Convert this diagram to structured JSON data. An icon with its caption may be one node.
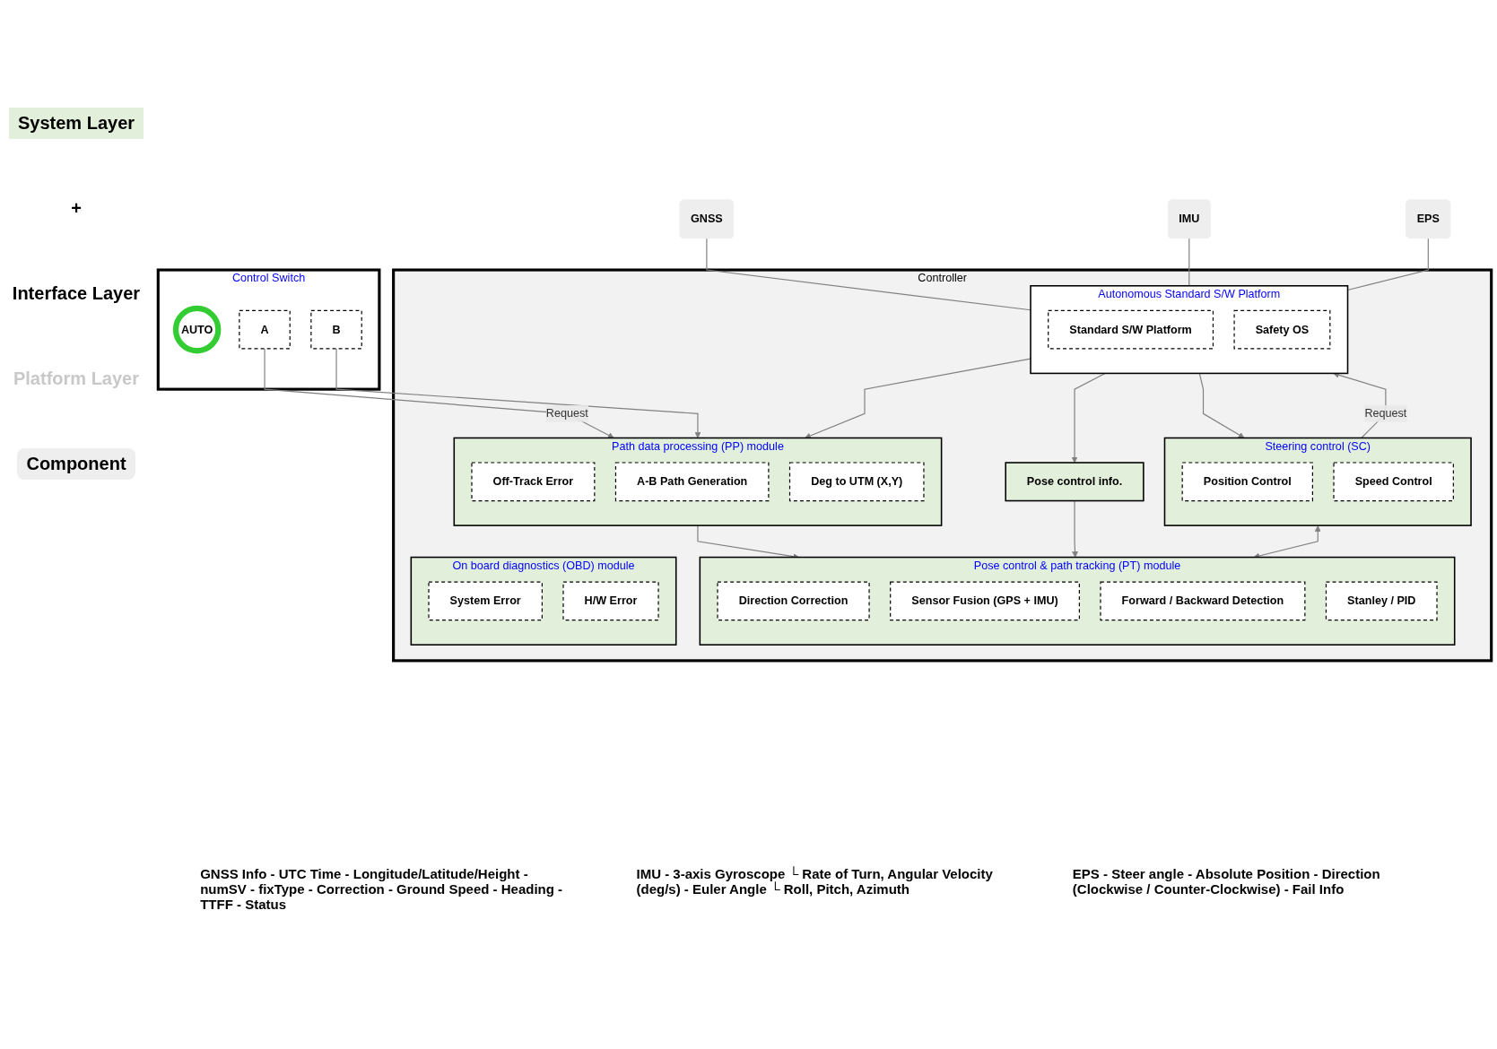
{
  "diagram": {
    "nodes": [
      {
        "text": [
          "Control Switch"
        ]
      },
      {
        "text": [
          "AUTO"
        ],
        "in": 0
      },
      {
        "text": [
          "A"
        ],
        "in": 0
      },
      {
        "text": [
          "B"
        ],
        "in": 0
      },
      {
        "text": [
          "Controller"
        ]
      },
      {
        "text": [
          "Path data processing (PP) module"
        ],
        "in": 4
      },
      {
        "text": [
          "Off-Track Error"
        ],
        "in": 5
      },
      {
        "text": [
          "A-B Path Generation"
        ],
        "in": 5
      },
      {
        "text": [
          "Deg to UTM (X,Y)"
        ],
        "in": 5
      },
      {
        "text": [
          "Pose control info."
        ],
        "in": 4
      },
      {
        "text": [
          "Pose control & path tracking (PT) module"
        ],
        "in": 4
      },
      {
        "text": [
          "Direction Correction"
        ],
        "in": 10
      },
      {
        "text": [
          "Sensor Fusion (GPS + IMU)"
        ],
        "in": 10
      },
      {
        "text": [
          "Forward / Backward Detection"
        ],
        "in": 10
      },
      {
        "text": [
          "Stanley / PID"
        ],
        "in": 10
      },
      {
        "text": [
          "On board diagnostics (OBD) module"
        ],
        "in": 4
      },
      {
        "text": [
          "System Error"
        ],
        "in": 15
      },
      {
        "text": [
          "H/W Error"
        ],
        "in": 15
      },
      {
        "text": [
          "Steering control (SC)"
        ],
        "in": 4
      },
      {
        "text": [
          "Position Control"
        ],
        "in": 18
      },
      {
        "text": [
          "Speed Control"
        ],
        "in": 18
      },
      {
        "text": [
          "Autonomous Standard S/W Platform"
        ],
        "in": 4
      },
      {
        "text": [
          "Standard S/W Platform"
        ],
        "in": 21
      },
      {
        "text": [
          "Safety OS"
        ],
        "in": 21
      },
      {
        "text": [
          "GNSS"
        ]
      },
      {
        "text": [
          "IMU"
        ]
      },
      {
        "text": [
          "EPS"
        ]
      }
    ],
    "edges": [
      {
        "from": 2,
        "to": 5,
        "arrow": "to",
        "label": "Request"
      },
      {
        "from": 3,
        "to": 5,
        "arrow": "to"
      },
      {
        "from": 5,
        "to": 10,
        "arrow": "to"
      },
      {
        "from": 9,
        "to": 10,
        "arrow": "to"
      },
      {
        "from": 18,
        "to": 10,
        "arrow": "both"
      },
      {
        "from": 18,
        "to": 21,
        "arrow": "to",
        "label": "Request"
      },
      {
        "from": 21,
        "to": 5,
        "arrow": "to"
      },
      {
        "from": 21,
        "to": 9,
        "arrow": "to"
      },
      {
        "from": 21,
        "to": 18,
        "arrow": "to"
      },
      {
        "from": 24,
        "to": 21,
        "arrow": "none"
      },
      {
        "from": 25,
        "to": 21,
        "arrow": "none"
      },
      {
        "from": 26,
        "to": 21,
        "arrow": "none"
      }
    ],
    "labels": [
      "System Layer",
      "+",
      "Interface Layer",
      "Platform Layer",
      "Component",
      "GNSS Info - UTC Time - Longitude/Latitude/Height - numSV - fixType - Correction - Ground Speed - Heading - TTFF - Status",
      "IMU - 3-axis Gyroscope └ Rate of Turn, Angular Velocity (deg/s) - Euler Angle └ Roll, Pitch, Azimuth",
      "EPS - Steer angle - Absolute Position - Direction (Clockwise / Counter-Clockwise) - Fail Info"
    ]
  }
}
